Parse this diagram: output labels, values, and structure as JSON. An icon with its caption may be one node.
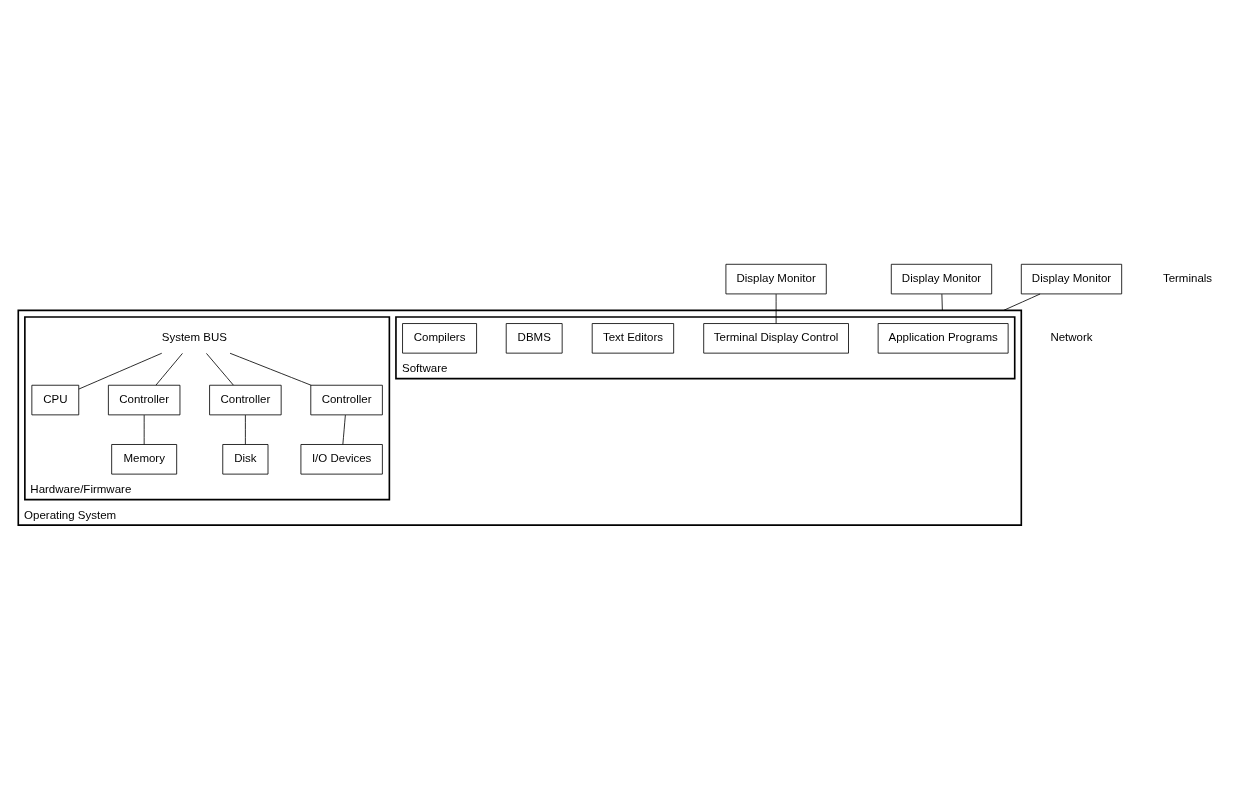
{
  "diagram": {
    "nodes": [
      {
        "text": [
          "Operating System"
        ]
      },
      {
        "text": [
          "Display Monitor"
        ]
      },
      {
        "text": [
          "Display Monitor"
        ]
      },
      {
        "text": [
          "Display Monitor"
        ]
      },
      {
        "text": [
          "Software"
        ],
        "in": 0
      },
      {
        "text": [
          "Application Programs"
        ],
        "in": 4
      },
      {
        "text": [
          "Terminal Display Control"
        ],
        "in": 4
      },
      {
        "text": [
          "Text Editors"
        ],
        "in": 4
      },
      {
        "text": [
          "DBMS"
        ],
        "in": 4
      },
      {
        "text": [
          "Compilers"
        ],
        "in": 4
      },
      {
        "text": [
          "Hardware/Firmware"
        ],
        "in": 0
      },
      {
        "text": [
          "System BUS"
        ],
        "in": 10
      },
      {
        "text": [
          "CPU"
        ],
        "in": 10
      },
      {
        "text": [
          "Controller"
        ],
        "in": 10
      },
      {
        "text": [
          "Controller"
        ],
        "in": 10
      },
      {
        "text": [
          "Controller"
        ],
        "in": 10
      },
      {
        "text": [
          "Memory"
        ],
        "in": 10
      },
      {
        "text": [
          "Disk"
        ],
        "in": 10
      },
      {
        "text": [
          "I/O Devices"
        ],
        "in": 10
      }
    ],
    "edges": [
      {
        "from": 1,
        "to": 0,
        "arrow": "none"
      },
      {
        "from": 2,
        "to": 6,
        "arrow": "none"
      },
      {
        "from": 3,
        "to": 0,
        "arrow": "none"
      },
      {
        "from": 11,
        "to": 12,
        "arrow": "none"
      },
      {
        "from": 11,
        "to": 13,
        "arrow": "none"
      },
      {
        "from": 11,
        "to": 14,
        "arrow": "none"
      },
      {
        "from": 11,
        "to": 15,
        "arrow": "none"
      },
      {
        "from": 13,
        "to": 16,
        "arrow": "none"
      },
      {
        "from": 14,
        "to": 17,
        "arrow": "none"
      },
      {
        "from": 15,
        "to": 18,
        "arrow": "none"
      }
    ],
    "labels": [
      "Terminals",
      "Network"
    ]
  }
}
